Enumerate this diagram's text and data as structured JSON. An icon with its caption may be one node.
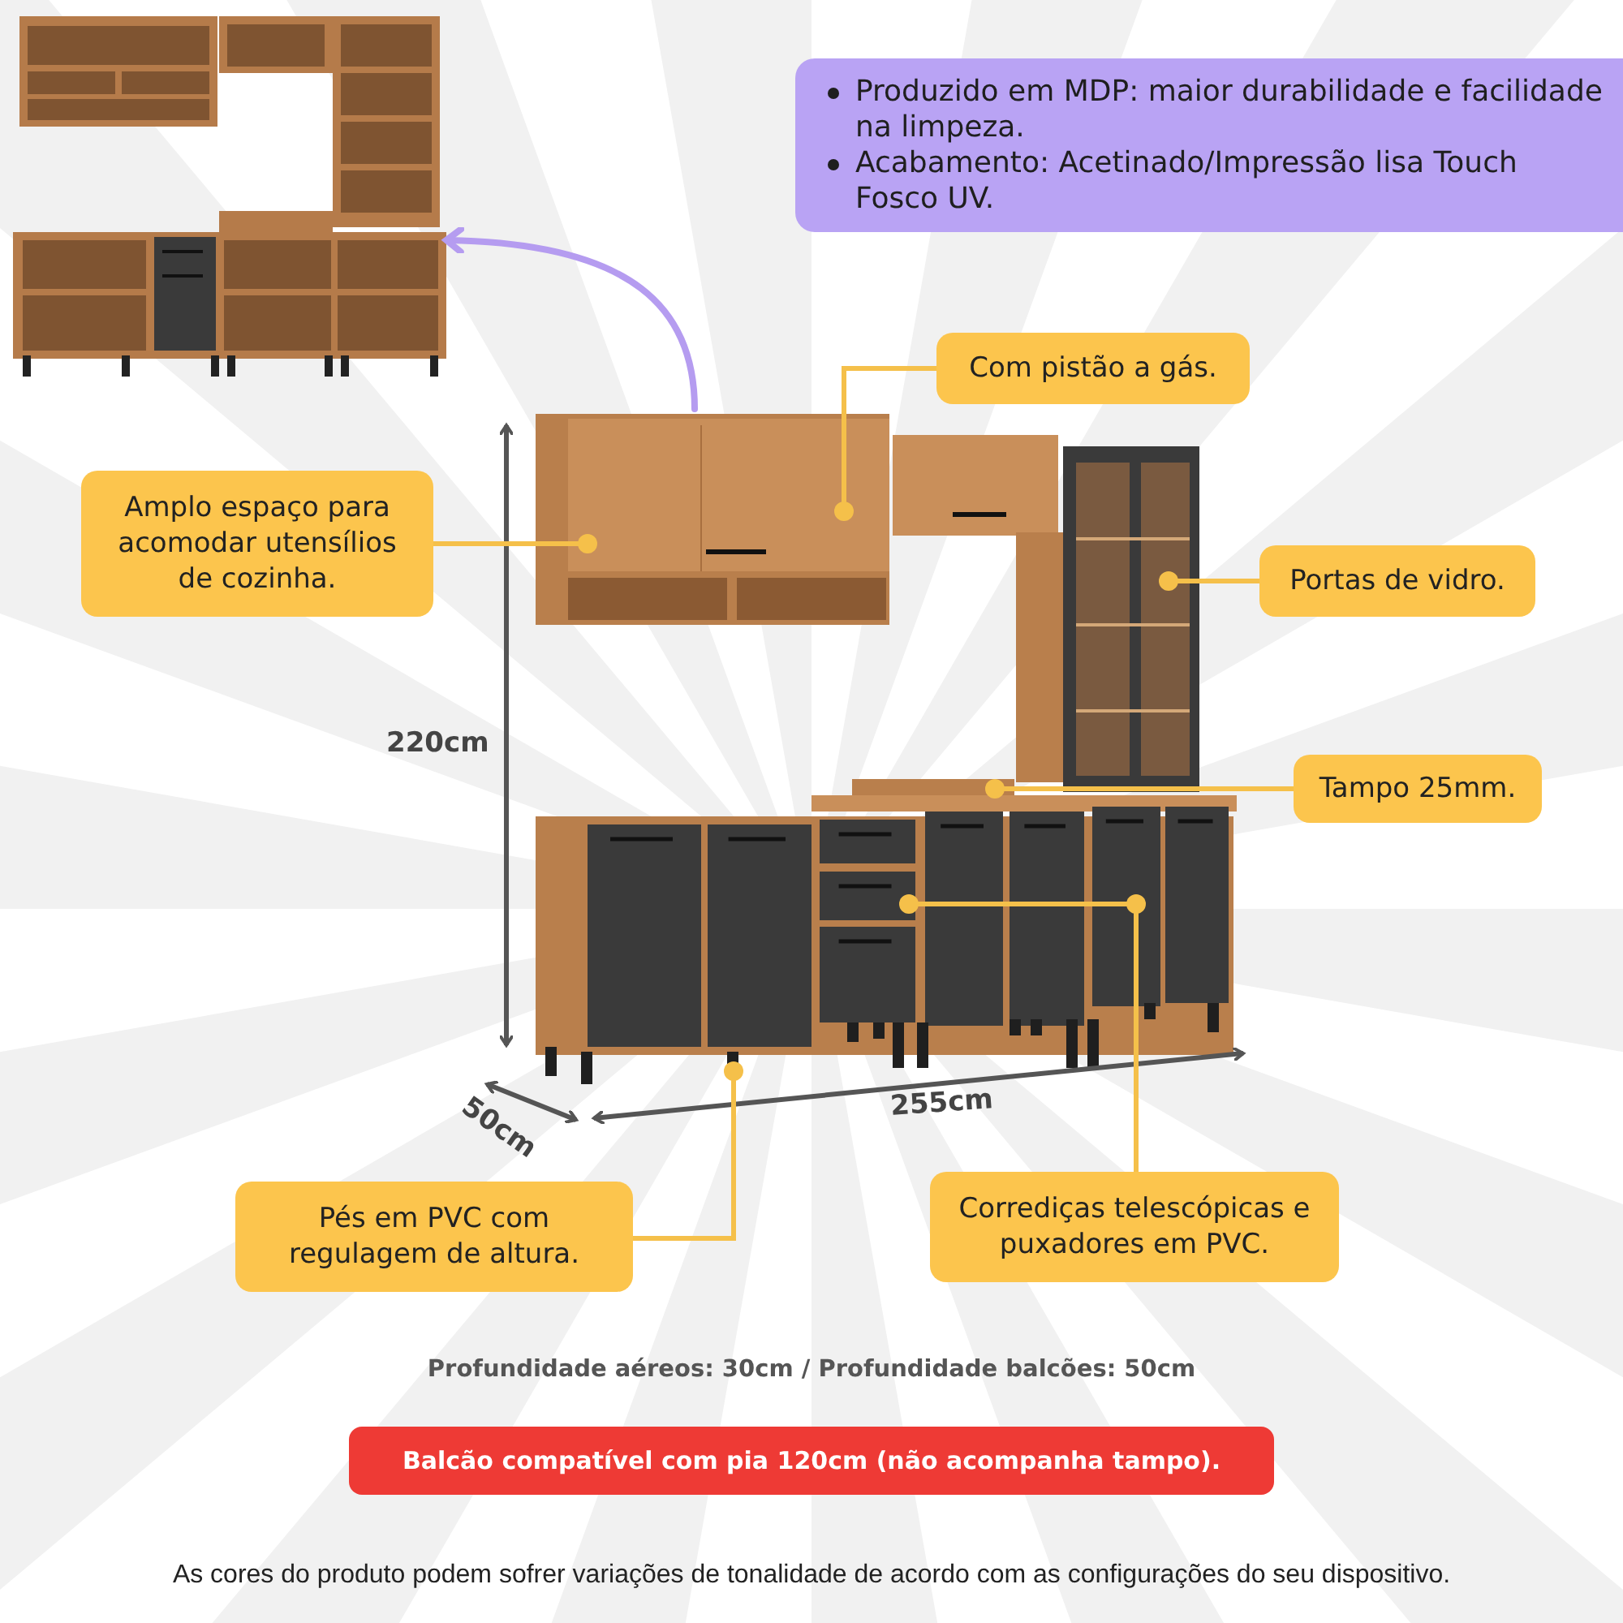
{
  "diagram": {
    "nodes": [
      {
        "text": [
          "Produzido em MDP: maior durabilidade e facilidade na limpeza.",
          "Acabamento: Acetinado/Impressão lisa Touch Fosco UV."
        ]
      },
      {
        "text": [],
        "shape": "picture"
      },
      {
        "text": [],
        "shape": "picture"
      },
      {
        "text": [
          "Com pistão a gás."
        ]
      },
      {
        "text": [
          "Amplo espaço para acomodar utensílios de cozinha."
        ]
      },
      {
        "text": [
          "Portas de vidro."
        ]
      },
      {
        "text": [
          "Tampo 25mm."
        ]
      },
      {
        "text": [
          "Pés em PVC com regulagem de altura."
        ]
      },
      {
        "text": [
          "Corrediças telescópicas e puxadores em PVC."
        ]
      }
    ],
    "edges": [
      {
        "from": 2,
        "to": 1,
        "arrow": "to",
        "color": "#b59cf0"
      },
      {
        "from": 3,
        "to": 2,
        "arrow": "other"
      },
      {
        "from": 4,
        "to": 2,
        "arrow": "other"
      },
      {
        "from": 5,
        "to": 2,
        "arrow": "other"
      },
      {
        "from": 6,
        "to": 2,
        "arrow": "other"
      },
      {
        "from": 7,
        "to": 2,
        "arrow": "other"
      },
      {
        "from": 8,
        "to": 2,
        "arrow": "other"
      },
      {
        "from": 8,
        "to": 2,
        "arrow": "other"
      }
    ],
    "labels": [
      "220cm",
      "50cm",
      "255cm",
      "Profundidade aéreos: 30cm / Profundidade balcões: 50cm",
      "Balcão compatível com pia 120cm (não acompanha tampo).",
      "As cores do produto podem sofrer variações de tonalidade de acordo com as configurações do seu dispositivo."
    ]
  }
}
